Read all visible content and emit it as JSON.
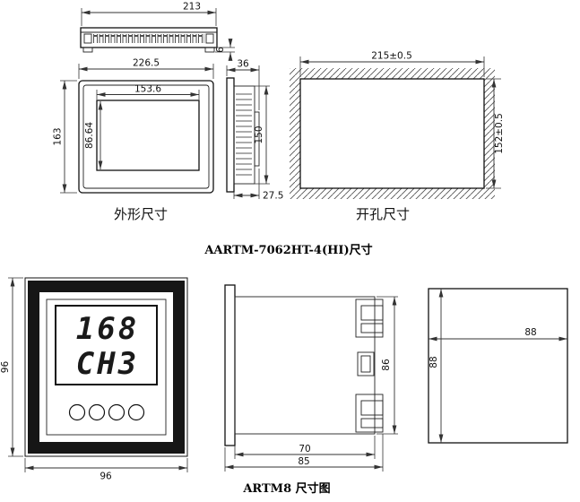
{
  "titles": {
    "top": "AARTM-7062HT-4(HI)尺寸",
    "bottom": "ARTM8 尺寸图"
  },
  "captions": {
    "outline": "外形尺寸",
    "cutout": "开孔尺寸"
  },
  "aartm7062": {
    "top_view": {
      "width": "213",
      "bezel": "6"
    },
    "front_view": {
      "width": "226.5",
      "height": "163",
      "screen_width": "153.6",
      "screen_height": "86.64"
    },
    "side_view": {
      "depth": "36",
      "height": "150",
      "rear_depth": "27.5"
    },
    "cutout_view": {
      "width": "215±0.5",
      "height": "152±0.5"
    }
  },
  "artm8": {
    "front_view": {
      "display_line1": "168",
      "display_line2": "CH3",
      "height": "96",
      "width": "96"
    },
    "side_view": {
      "height": "86",
      "body_depth": "70",
      "total_depth": "85"
    },
    "rear_view": {
      "width": "88",
      "height": "88"
    }
  }
}
